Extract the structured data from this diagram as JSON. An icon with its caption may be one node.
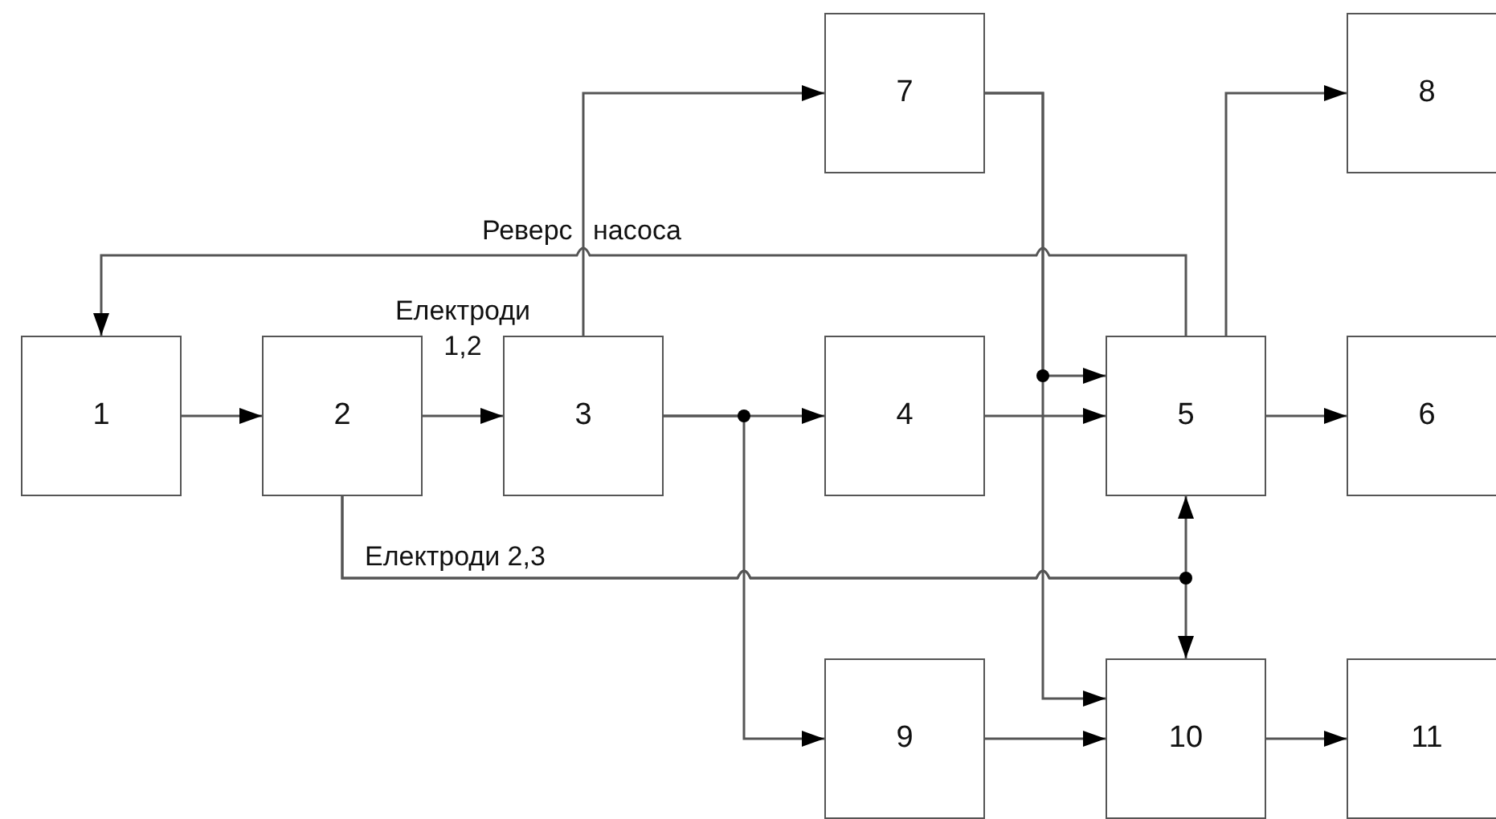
{
  "diagram": {
    "nodes": [
      {
        "text": [
          "1"
        ]
      },
      {
        "text": [
          "2"
        ]
      },
      {
        "text": [
          "3"
        ]
      },
      {
        "text": [
          "4"
        ]
      },
      {
        "text": [
          "5"
        ]
      },
      {
        "text": [
          "6"
        ]
      },
      {
        "text": [
          "7"
        ]
      },
      {
        "text": [
          "8"
        ]
      },
      {
        "text": [
          "9"
        ]
      },
      {
        "text": [
          "10"
        ]
      },
      {
        "text": [
          "11"
        ]
      }
    ],
    "edges": [
      {
        "from": 0,
        "to": 1,
        "arrow": "to"
      },
      {
        "from": 1,
        "to": 2,
        "arrow": "to",
        "label": "Електроди 1,2"
      },
      {
        "from": 2,
        "to": 6,
        "arrow": "to"
      },
      {
        "from": 2,
        "to": 3,
        "arrow": "to"
      },
      {
        "from": 2,
        "to": 8,
        "arrow": "to"
      },
      {
        "from": 3,
        "to": 4,
        "arrow": "to"
      },
      {
        "from": 6,
        "to": 4,
        "arrow": "to"
      },
      {
        "from": 6,
        "to": 9,
        "arrow": "to"
      },
      {
        "from": 4,
        "to": 7,
        "arrow": "to"
      },
      {
        "from": 4,
        "to": 5,
        "arrow": "to"
      },
      {
        "from": 4,
        "to": 0,
        "arrow": "to",
        "label": "Реверс насоса"
      },
      {
        "from": 1,
        "to": 4,
        "arrow": "to",
        "label": "Електроди 2,3"
      },
      {
        "from": 1,
        "to": 9,
        "arrow": "to"
      },
      {
        "from": 8,
        "to": 9,
        "arrow": "to"
      },
      {
        "from": 9,
        "to": 10,
        "arrow": "to"
      }
    ]
  }
}
